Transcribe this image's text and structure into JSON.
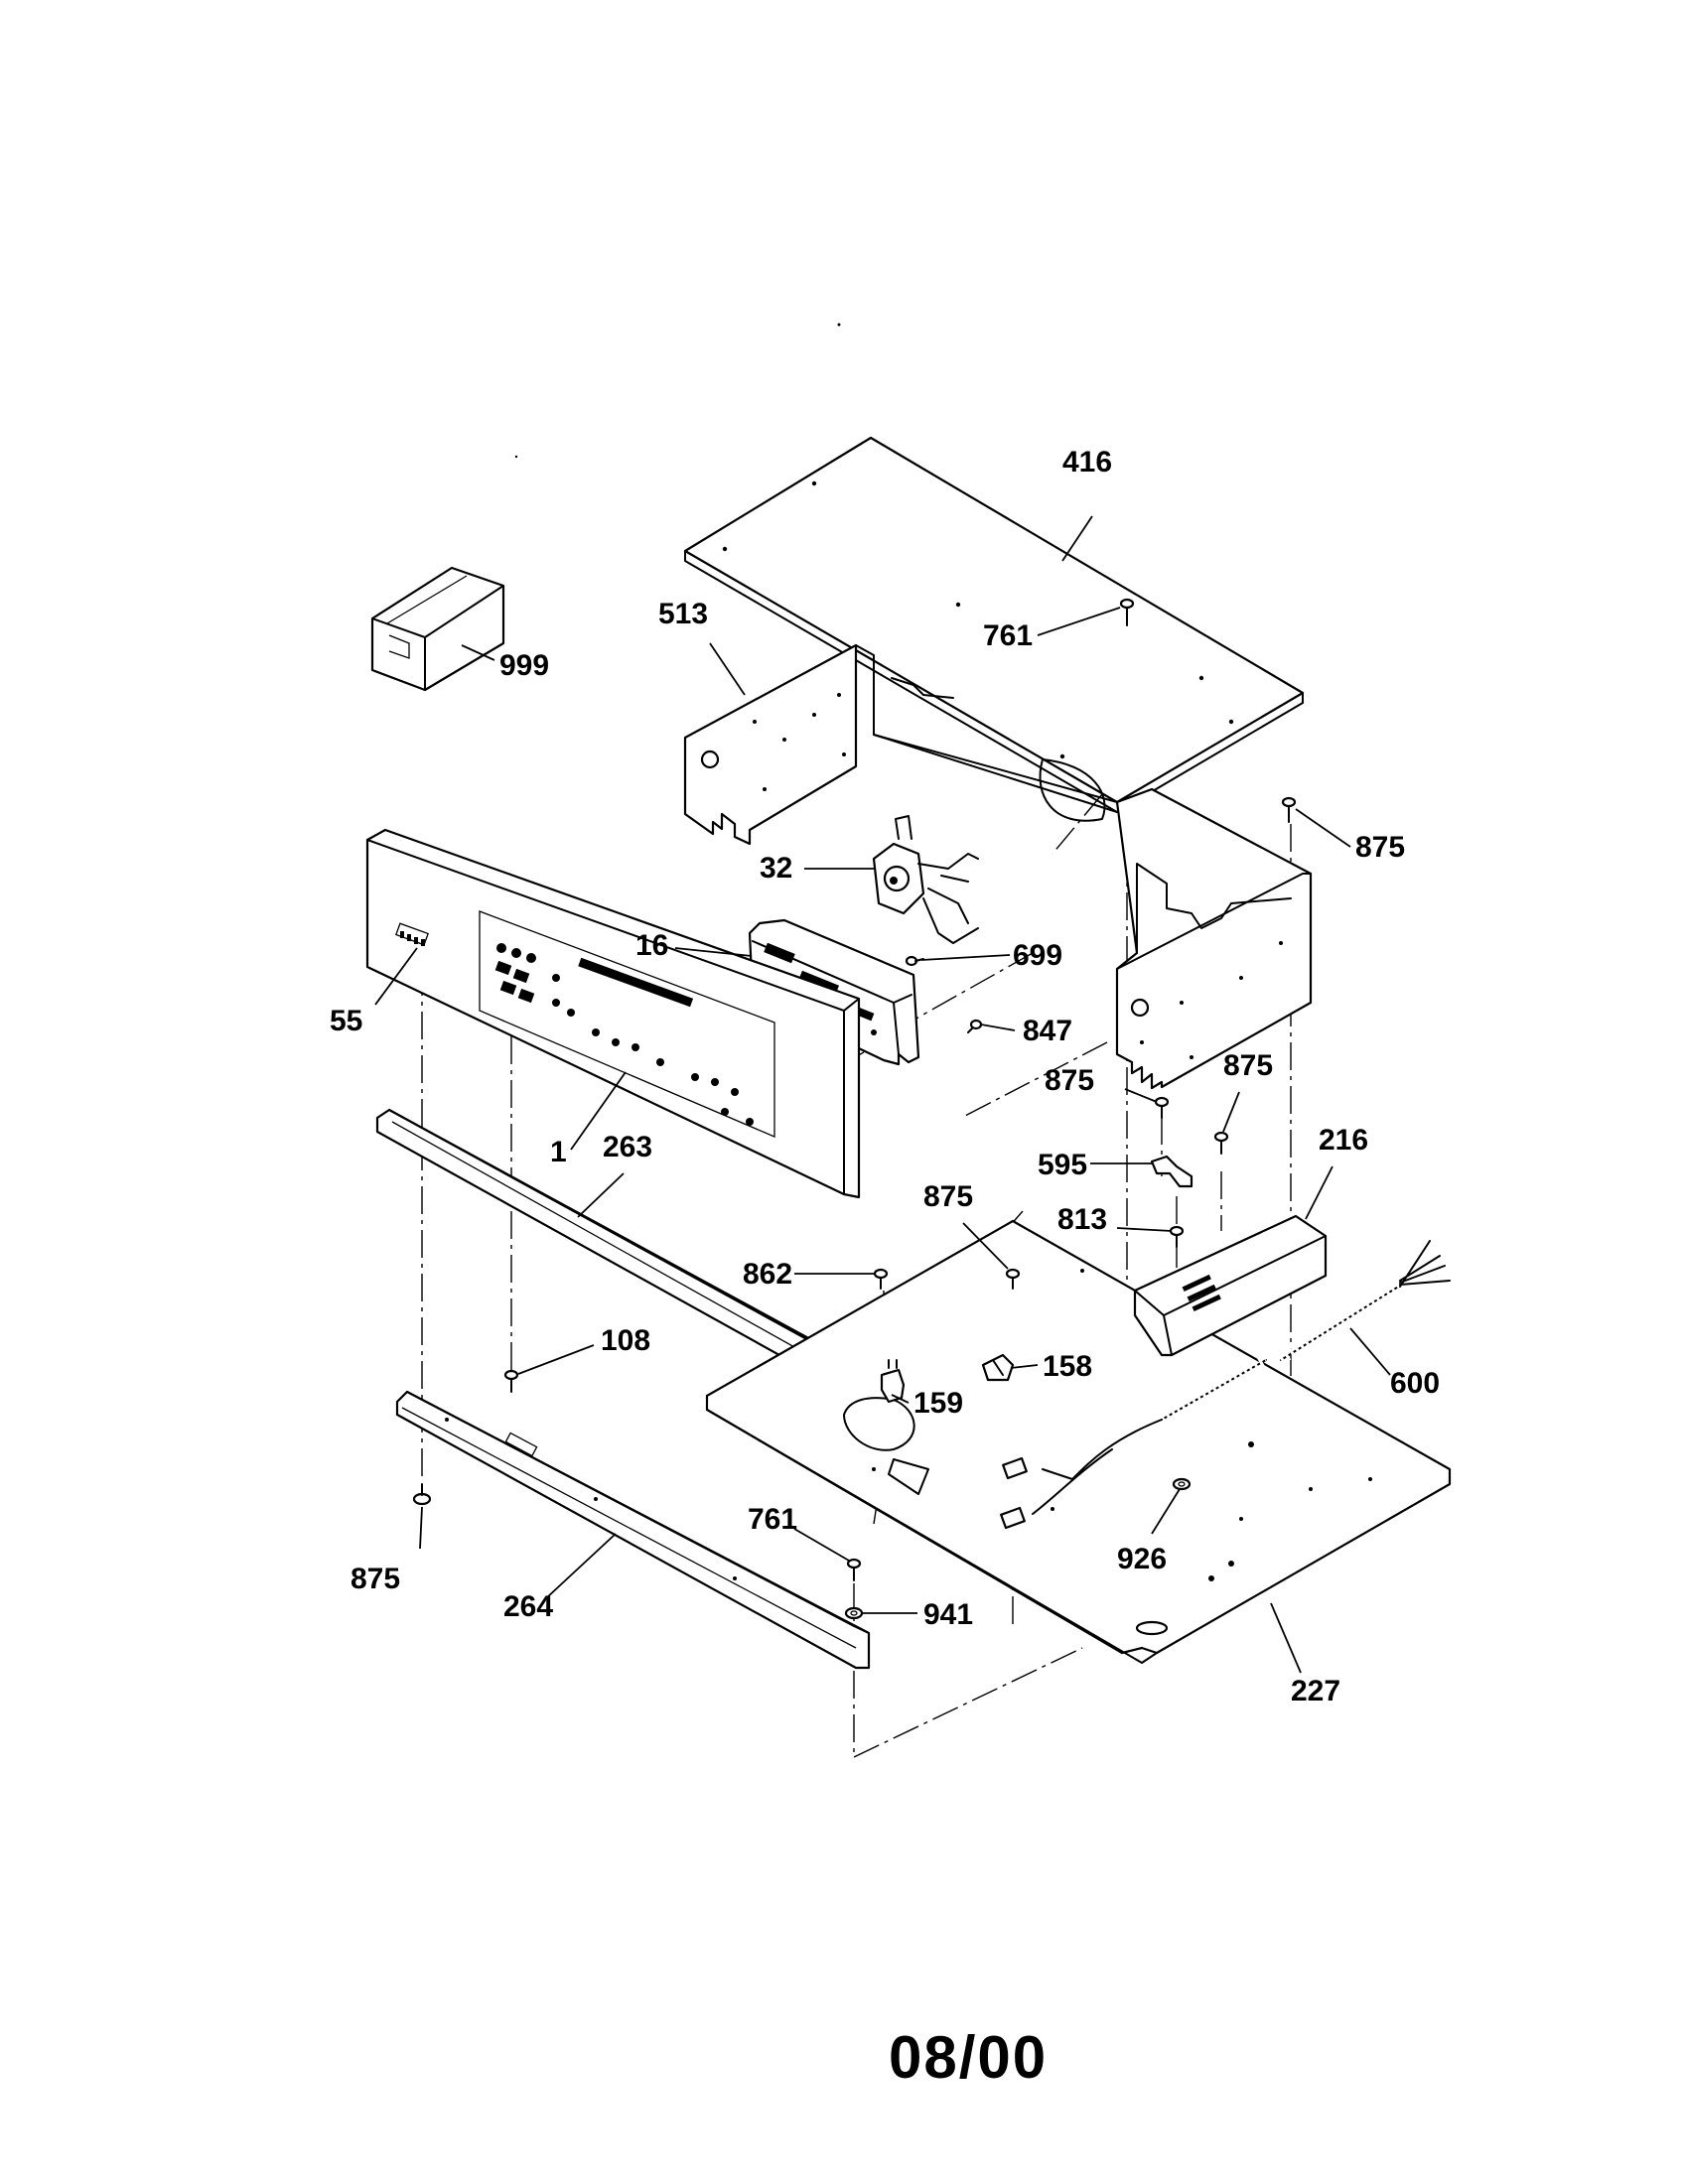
{
  "diagram": {
    "callouts": {
      "c416": "416",
      "c761_top": "761",
      "c513": "513",
      "c999": "999",
      "c875_top_right": "875",
      "c32": "32",
      "c16": "16",
      "c699": "699",
      "c55": "55",
      "c847": "847",
      "c875_right_a": "875",
      "c875_right_b": "875",
      "c1": "1",
      "c216": "216",
      "c595": "595",
      "c263": "263",
      "c875_mid": "875",
      "c813": "813",
      "c862": "862",
      "c108": "108",
      "c158": "158",
      "c600": "600",
      "c159": "159",
      "c761_bottom": "761",
      "c875_left": "875",
      "c926": "926",
      "c941": "941",
      "c264": "264",
      "c227": "227"
    },
    "date_code": "08/00"
  }
}
